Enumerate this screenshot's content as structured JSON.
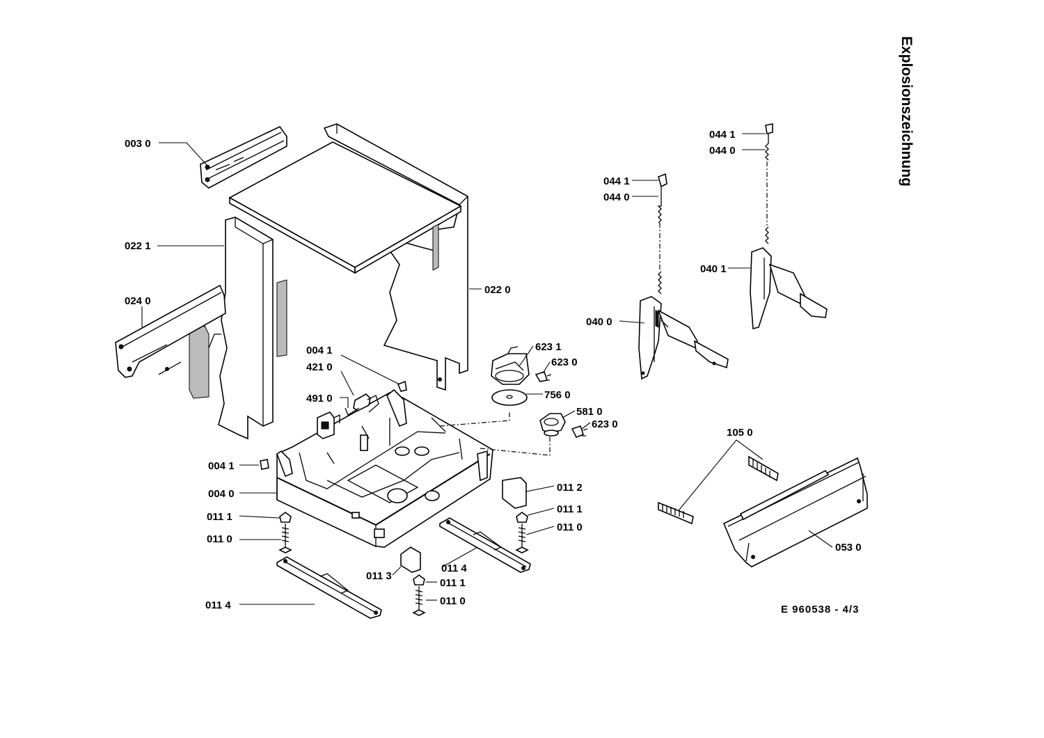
{
  "title": "Explosionszeichnung",
  "doc_number": "E 960538 - 4/3",
  "labels": {
    "l_0030": "003 0",
    "l_0221": "022 1",
    "l_0240": "024 0",
    "l_0220": "022 0",
    "l_0041a": "004 1",
    "l_4210": "421 0",
    "l_4910": "491 0",
    "l_0041b": "004 1",
    "l_0040": "004 0",
    "l_0111a": "011 1",
    "l_0110a": "011 0",
    "l_0114a": "011 4",
    "l_0113": "011 3",
    "l_0111b": "011 1",
    "l_0110b": "011 0",
    "l_0114b": "011 4",
    "l_0112": "011 2",
    "l_0111c": "011 1",
    "l_0110c": "011 0",
    "l_6231": "623 1",
    "l_6230a": "623 0",
    "l_7560": "756 0",
    "l_5810": "581 0",
    "l_6230b": "623 0",
    "l_0441a": "044 1",
    "l_0440a": "044 0",
    "l_0400": "040 0",
    "l_0441b": "044 1",
    "l_0440b": "044 0",
    "l_0401": "040 1",
    "l_1050": "105 0",
    "l_0530": "053 0"
  }
}
